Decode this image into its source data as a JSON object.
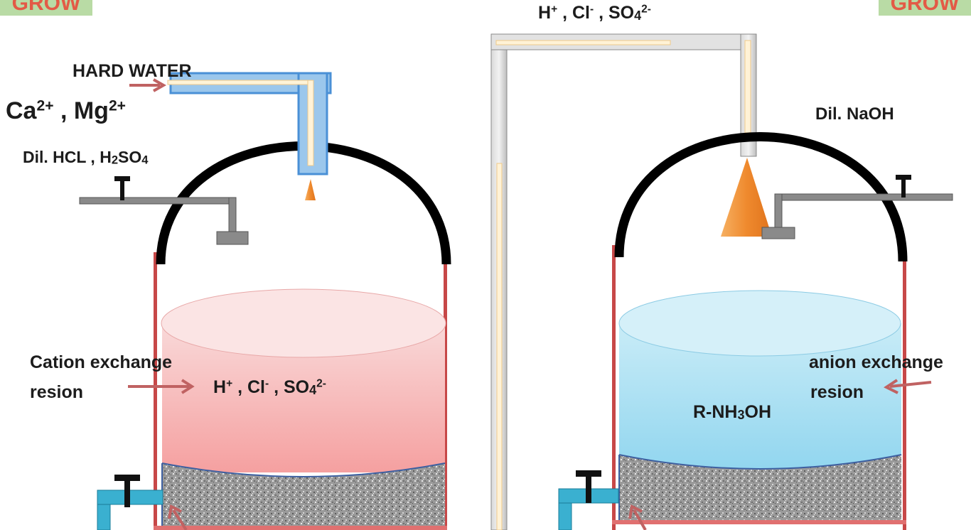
{
  "corner_badges": {
    "left": "GROW",
    "right": "GROW"
  },
  "left_column": {
    "hard_water": "HARD WATER",
    "ions": {
      "ca": "Ca",
      "ca_charge": "2+",
      "sep": " , ",
      "mg": "Mg",
      "mg_charge": "2+"
    },
    "acid": {
      "prefix": "Dil. HCL , H",
      "sub": "2",
      "rest": "SO",
      "sub2": "4"
    },
    "resin_line1": "Cation exchange",
    "resin_line2": "resion",
    "output_ions": {
      "h": "H",
      "h_charge": "+",
      "cl": " , Cl",
      "cl_charge": "-",
      "so": " , SO",
      "so_sub": "4",
      "so_charge": "2-"
    }
  },
  "top_pipe_ions": {
    "h": "H",
    "h_charge": "+",
    "cl": " , Cl",
    "cl_charge": "-",
    "so": " , SO",
    "so_sub": "4",
    "so_charge": "2-"
  },
  "right_column": {
    "base": "Dil. NaOH",
    "resin_line1": "anion exchange",
    "resin_line2": "resion",
    "resin_formula": {
      "prefix": "R-NH",
      "sub": "3",
      "rest": "OH"
    }
  },
  "colors": {
    "cation_resin_top": "#f7c9c9",
    "cation_resin_bottom": "#f59a9a",
    "anion_resin_top": "#bfe7f5",
    "anion_resin_bottom": "#8ad3ef",
    "tank_wall": "#c74848",
    "dome": "#000000",
    "arrow": "#c06262",
    "flame": "#ef8a2e",
    "tap": "#3ab0d0",
    "valve": "#888888"
  }
}
